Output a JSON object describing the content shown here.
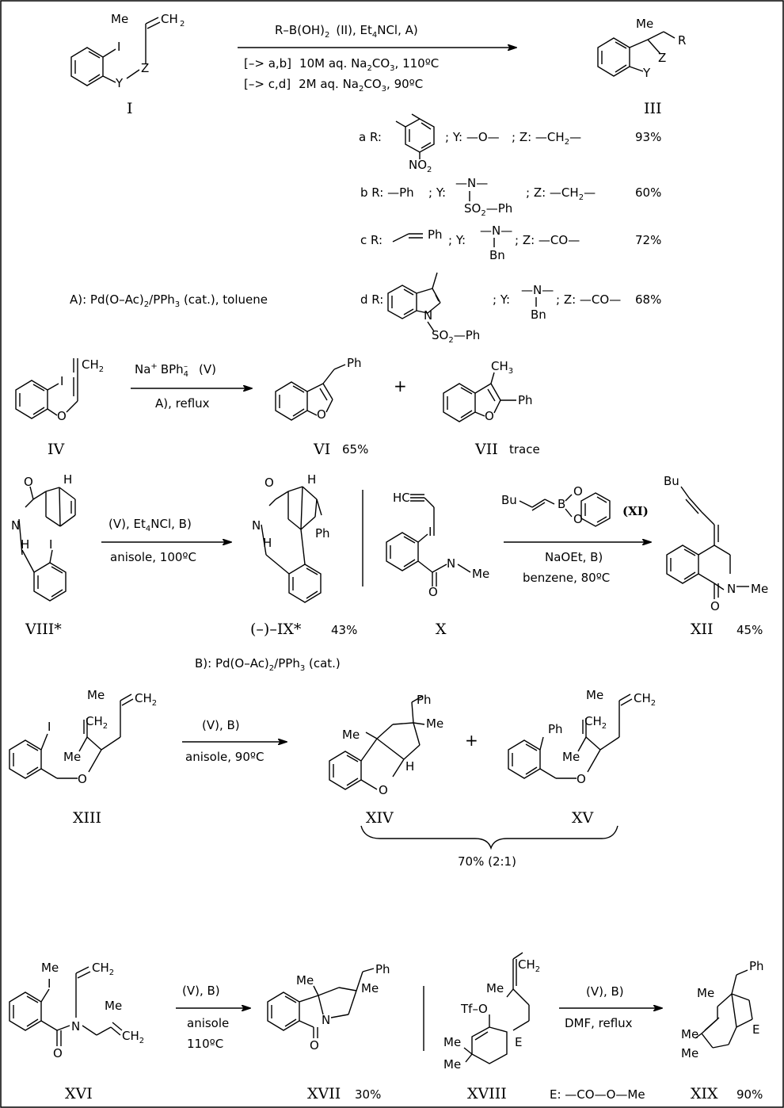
{
  "scheme1": {
    "r_me": "Me",
    "r_ch2": "CH",
    "r_ch2_sub": "2",
    "r_i": "I",
    "r_y": "Y",
    "r_z": "Z",
    "r_label": "I",
    "cond_top": "R–B(OH)",
    "cond_top_sub": "2",
    "cond_top_rest": "(II), Et",
    "cond_top_sub2": "4",
    "cond_top_end": "NCl,  A)",
    "cond_ab_a": "[–> a,b]",
    "cond_ab_b": "10M aq. Na",
    "cond_ab_sub1": "2",
    "cond_ab_c": "CO",
    "cond_ab_sub2": "3",
    "cond_ab_d": ",  110ºC",
    "cond_cd_a": "[–> c,d]",
    "cond_cd_b": "2M aq. Na",
    "cond_cd_sub1": "2",
    "cond_cd_c": "CO",
    "cond_cd_sub2": "3",
    "cond_cd_d": ",   90ºC",
    "p_me": "Me",
    "p_r": "R",
    "p_z": "Z",
    "p_y": "Y",
    "p_label": "III",
    "row_a": {
      "tag": "a R:",
      "no2": "NO",
      "no2_sub": "2",
      "y": "; Y: —O—",
      "z": "; Z: —CH",
      "z_sub": "2",
      "z_end": "—",
      "yield": "93%"
    },
    "row_b": {
      "tag": "b R: —Ph",
      "y": "; Y:",
      "n": "—N—",
      "so2": "SO",
      "so2_sub": "2",
      "so2_end": "—Ph",
      "z": "; Z: —CH",
      "z_sub": "2",
      "z_end": "—",
      "yield": "60%"
    },
    "row_c": {
      "tag": "c R:",
      "ph": "Ph",
      "y": "; Y:",
      "n": "—N—",
      "bn": "Bn",
      "z": "; Z: —CO—",
      "yield": "72%"
    },
    "row_d": {
      "tag": "d R:",
      "n": "N",
      "so2": "SO",
      "so2_sub": "2",
      "so2_end": "—Ph",
      "y": "; Y:",
      "n2": "—N—",
      "bn": "Bn",
      "z": "; Z: —CO—",
      "yield": "68%"
    },
    "footnote_a": "A): Pd(O–Ac)",
    "footnote_a_sub": "2",
    "footnote_a_rest": "/PPh",
    "footnote_a_sub2": "3",
    "footnote_a_end": " (cat.), toluene"
  },
  "scheme2": {
    "iv_i": "I",
    "iv_ch2": "CH",
    "iv_ch2_sub": "2",
    "iv_o": "O",
    "iv_label": "IV",
    "reagent": "Na",
    "reagent_sup": "+",
    "reagent_b": "BPh",
    "reagent_sub": "4",
    "reagent_sup2": "–",
    "reagent_label": "(V)",
    "cond": "A),  reflux",
    "vi_ph": "Ph",
    "vi_o": "O",
    "vi_label": "VI",
    "vi_yield": "65%",
    "plus": "+",
    "vii_ch3": "CH",
    "vii_ch3_sub": "3",
    "vii_ph": "Ph",
    "vii_o": "O",
    "vii_label": "VII",
    "vii_yield": "trace"
  },
  "scheme3": {
    "viii_o": "O",
    "viii_h": "H",
    "viii_n": "N",
    "viii_h2": "H",
    "viii_i": "I",
    "viii_label": "VIII*",
    "cond_top": "(V),  Et",
    "cond_top_sub": "4",
    "cond_top_end": "NCl,  B)",
    "cond_bot": "anisole,  100ºC",
    "ix_o": "O",
    "ix_h": "H",
    "ix_n": "N",
    "ix_h2": "H",
    "ix_ph": "Ph",
    "ix_label": "(–)–IX*",
    "ix_yield": "43%",
    "x_hc": "HC",
    "x_i": "I",
    "x_n": "N",
    "x_me": "Me",
    "x_o": "O",
    "x_label": "X",
    "xi_bu": "Bu",
    "xi_b": "B",
    "xi_o1": "O",
    "xi_o2": "O",
    "xi_label": "(XI)",
    "cond2_top": "NaOEt,  B)",
    "cond2_bot": "benzene,  80ºC",
    "xii_bu": "Bu",
    "xii_n": "N",
    "xii_me": "Me",
    "xii_o": "O",
    "xii_label": "XII",
    "xii_yield": "45%",
    "footnote_b": "B): Pd(O–Ac)",
    "footnote_b_sub": "2",
    "footnote_b_rest": "/PPh",
    "footnote_b_sub2": "3",
    "footnote_b_end": " (cat.)"
  },
  "scheme4": {
    "xiii_me": "Me",
    "xiii_ch2": "CH",
    "xiii_ch2_sub": "2",
    "xiii_i": "I",
    "xiii_ch2b": "CH",
    "xiii_ch2b_sub": "2",
    "xiii_me2": "Me",
    "xiii_o": "O",
    "xiii_label": "XIII",
    "cond_top": "(V),  B)",
    "cond_bot": "anisole,  90ºC",
    "xiv_ph": "Ph",
    "xiv_me": "Me",
    "xiv_me2": "Me",
    "xiv_h": "H",
    "xiv_o": "O",
    "xiv_label": "XIV",
    "plus": "+",
    "xv_me": "Me",
    "xv_ch2": "CH",
    "xv_ch2_sub": "2",
    "xv_ph": "Ph",
    "xv_ch2b": "CH",
    "xv_ch2b_sub": "2",
    "xv_me2": "Me",
    "xv_o": "O",
    "xv_label": "XV",
    "yield": "70% (2:1)"
  },
  "scheme5": {
    "xvi_me": "Me",
    "xvi_ch2": "CH",
    "xvi_ch2_sub": "2",
    "xvi_i": "I",
    "xvi_n": "N",
    "xvi_me2": "Me",
    "xvi_ch2b": "CH",
    "xvi_ch2b_sub": "2",
    "xvi_o": "O",
    "xvi_label": "XVI",
    "cond_top": "(V),  B)",
    "cond_mid": "anisole",
    "cond_bot": "110ºC",
    "xvii_ph": "Ph",
    "xvii_me": "Me",
    "xvii_me2": "Me",
    "xvii_n": "N",
    "xvii_o": "O",
    "xvii_label": "XVII",
    "xvii_yield": "30%",
    "xviii_ch2": "CH",
    "xviii_ch2_sub": "2",
    "xviii_me": "Me",
    "xviii_tf": "Tf–O",
    "xviii_e": "E",
    "xviii_me2": "Me",
    "xviii_me3": "Me",
    "xviii_label": "XVIII",
    "cond2_top": "(V),  B)",
    "cond2_bot": "DMF,  reflux",
    "e_def": "E: —CO—O—Me",
    "xix_ph": "Ph",
    "xix_me": "Me",
    "xix_e": "E",
    "xix_me2": "Me",
    "xix_me3": "Me",
    "xix_label": "XIX",
    "xix_yield": "90%"
  }
}
